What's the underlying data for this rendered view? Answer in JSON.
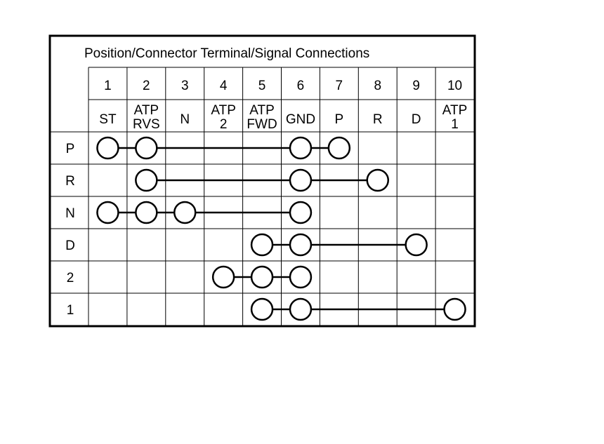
{
  "title": "Position/Connector Terminal/Signal Connections",
  "terminal_numbers": [
    "1",
    "2",
    "3",
    "4",
    "5",
    "6",
    "7",
    "8",
    "9",
    "10"
  ],
  "signals": [
    [
      "ST"
    ],
    [
      "ATP",
      "RVS"
    ],
    [
      "N"
    ],
    [
      "ATP",
      "2"
    ],
    [
      "ATP",
      "FWD"
    ],
    [
      "GND"
    ],
    [
      "P"
    ],
    [
      "R"
    ],
    [
      "D"
    ],
    [
      "ATP",
      "1"
    ]
  ],
  "positions": [
    {
      "label": "P",
      "terminals": [
        1,
        2,
        6,
        7
      ]
    },
    {
      "label": "R",
      "terminals": [
        2,
        6,
        8
      ]
    },
    {
      "label": "N",
      "terminals": [
        1,
        2,
        3,
        6
      ]
    },
    {
      "label": "D",
      "terminals": [
        5,
        6,
        9
      ]
    },
    {
      "label": "2",
      "terminals": [
        4,
        5,
        6
      ]
    },
    {
      "label": "1",
      "terminals": [
        5,
        6,
        10
      ]
    }
  ],
  "colors": {
    "line": "#000000",
    "background": "#ffffff"
  }
}
